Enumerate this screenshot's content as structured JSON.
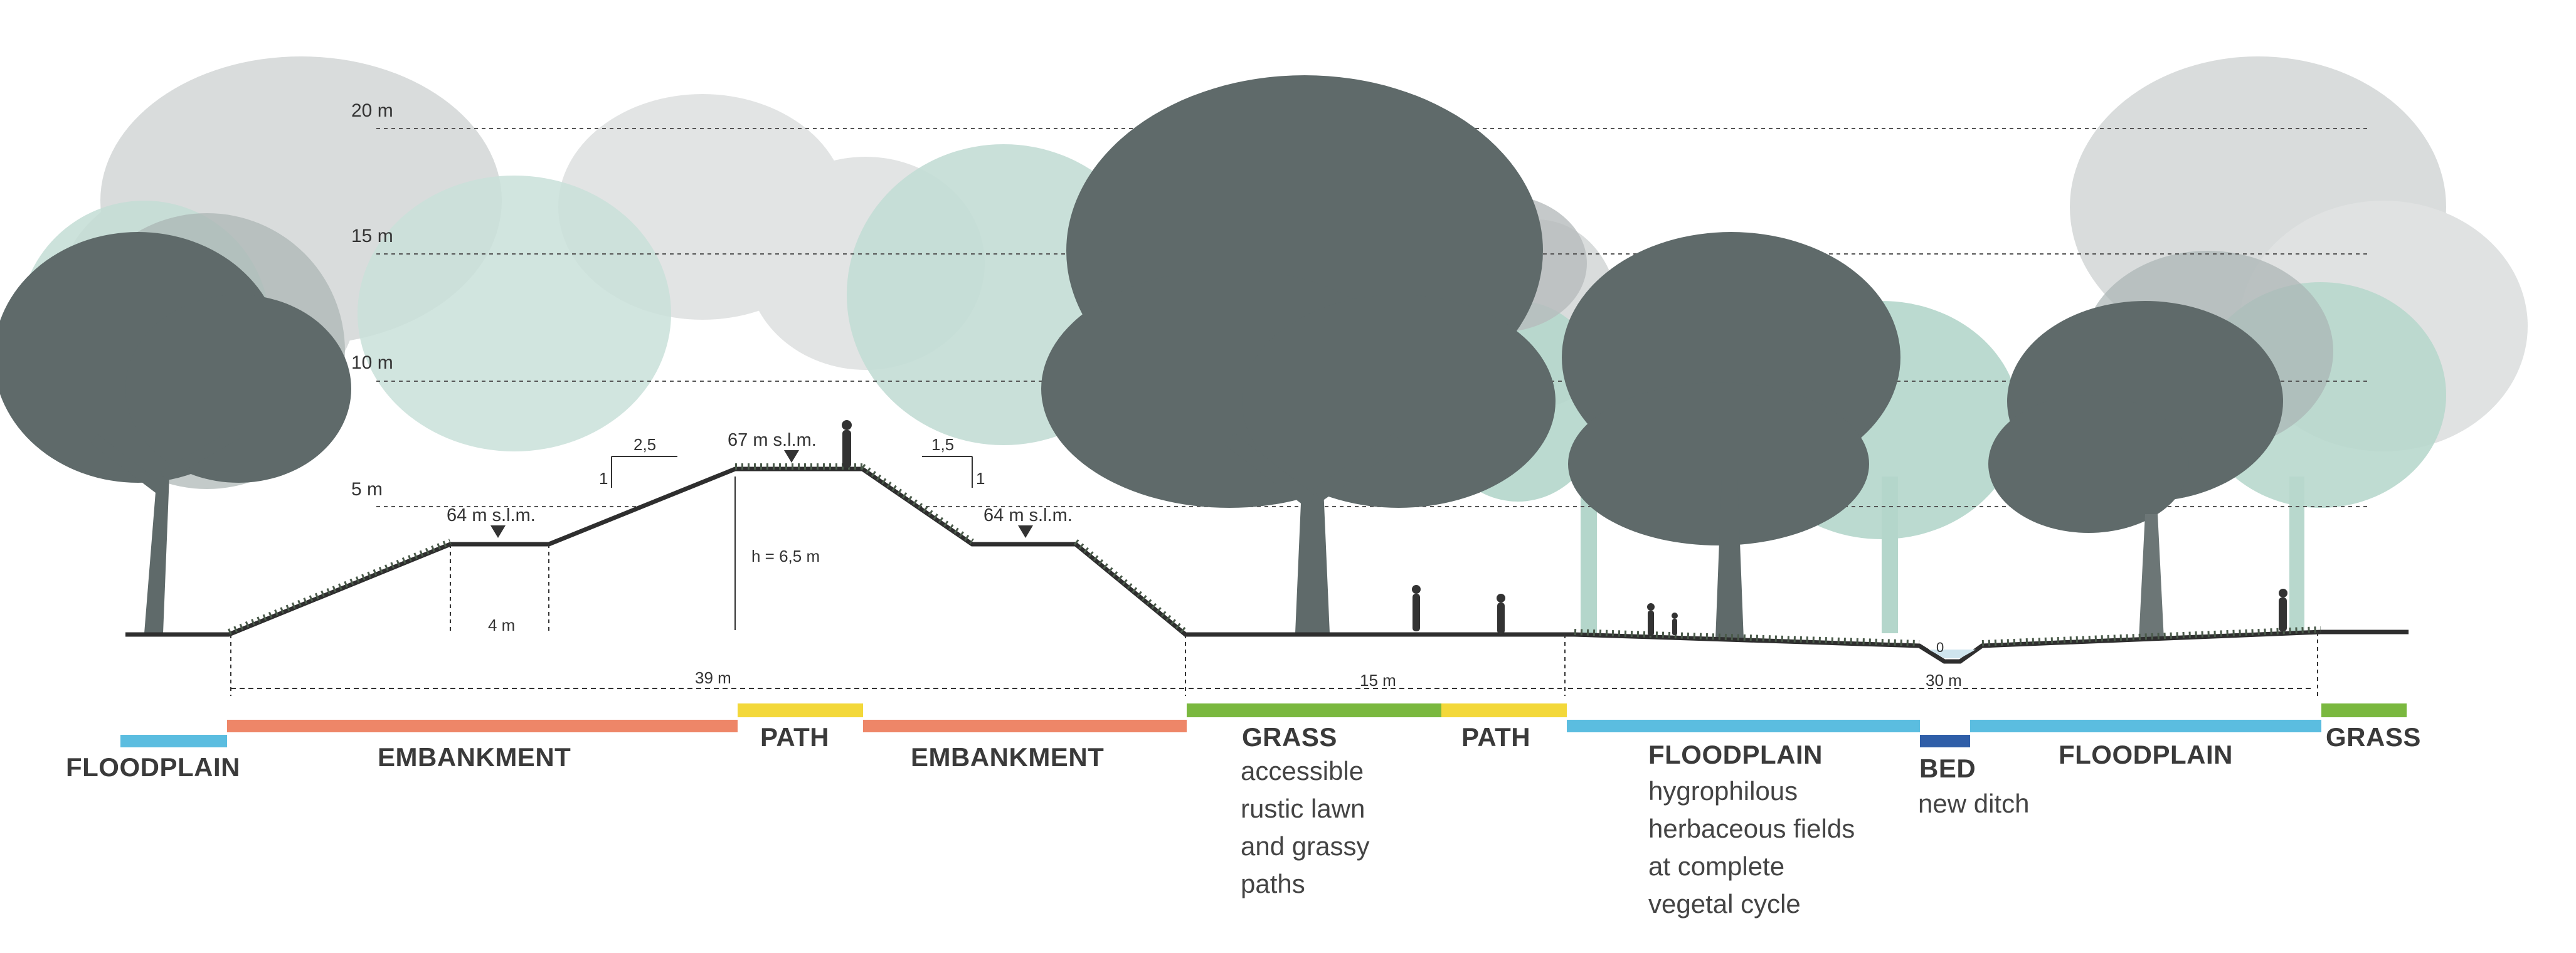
{
  "colors": {
    "floodplain": "#5bbde0",
    "embankment": "#ee8668",
    "path": "#f3d83a",
    "grass": "#7ab83f",
    "bed": "#2f5ea8",
    "tree_dark": "#5f6a6a",
    "tree_mid": "#9aa5a4",
    "tree_mint": "#bcd9d0",
    "tree_light": "#d9dcdc",
    "ground": "#2e2e2e"
  },
  "scale_marks": [
    "20 m",
    "15 m",
    "10 m",
    "5 m"
  ],
  "elevations": {
    "left_berm": "64 m s.l.m.",
    "crest": "67 m s.l.m.",
    "right_berm": "64 m s.l.m."
  },
  "dimensions": {
    "left_slope_run": "2,5",
    "left_slope_rise": "1",
    "right_slope_run": "1,5",
    "right_slope_rise": "1",
    "height": "h = 6,5 m",
    "berm_width": "4 m",
    "embankment_width": "39 m",
    "grass_width": "15 m",
    "floodplain_width": "30 m",
    "ditch_depth": "0"
  },
  "zones": {
    "floodplain_left": {
      "title": "FLOODPLAIN"
    },
    "embankment_left": {
      "title": "EMBANKMENT"
    },
    "path_1": {
      "title": "PATH"
    },
    "embankment_right": {
      "title": "EMBANKMENT"
    },
    "grass_1": {
      "title": "GRASS",
      "desc": [
        "accessible",
        "rustic lawn",
        "and grassy",
        "paths"
      ]
    },
    "path_2": {
      "title": "PATH"
    },
    "floodplain_right_1": {
      "title": "FLOODPLAIN",
      "desc": [
        "hygrophilous",
        "herbaceous fields",
        "at complete",
        "vegetal cycle"
      ]
    },
    "bed": {
      "title": "BED",
      "desc": [
        "new ditch"
      ]
    },
    "floodplain_right_2": {
      "title": "FLOODPLAIN"
    },
    "grass_2": {
      "title": "GRASS"
    }
  }
}
